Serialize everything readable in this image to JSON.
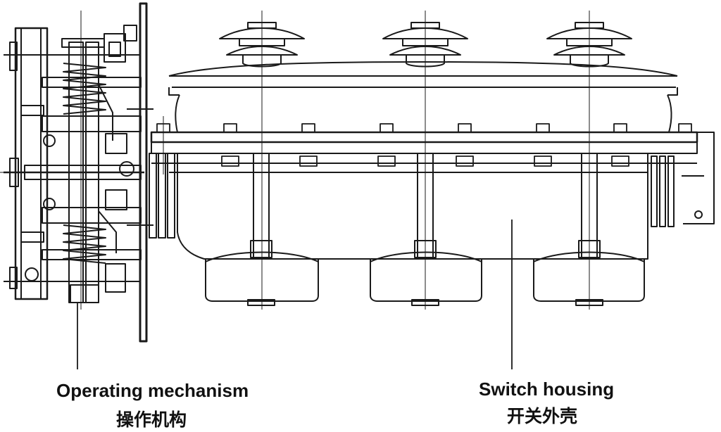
{
  "labels": {
    "operating_mechanism": {
      "en": "Operating mechanism",
      "zh": "操作机构"
    },
    "switch_housing": {
      "en": "Switch housing",
      "zh": "开关外壳"
    }
  },
  "colors": {
    "line": "#1a1a1a",
    "background": "#ffffff"
  }
}
